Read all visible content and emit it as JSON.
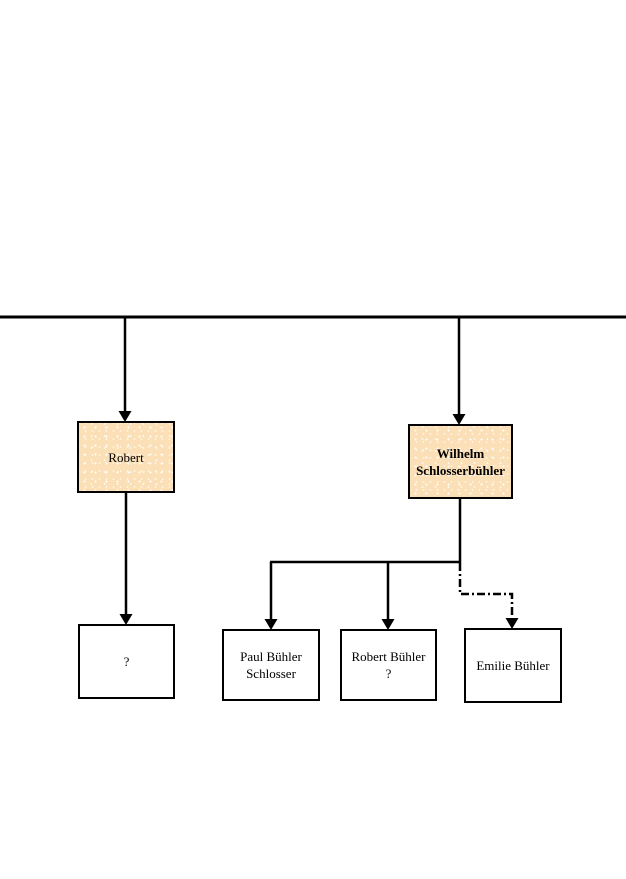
{
  "diagram": {
    "type": "family-tree",
    "colors": {
      "highlight_fill": "#FBDFB6",
      "plain_fill": "#FFFFFF",
      "line_color": "#000000"
    },
    "nodes": {
      "robert_sr": {
        "label": "Robert"
      },
      "wilhelm": {
        "line1": "Wilhelm",
        "line2": "Schlosserbühler"
      },
      "unknown_child": {
        "label": "?"
      },
      "paul": {
        "line1": "Paul Bühler",
        "line2": "Schlosser"
      },
      "robert_jr": {
        "line1": "Robert Bühler",
        "line2": "?"
      },
      "emilie": {
        "label": "Emilie Bühler"
      }
    }
  }
}
